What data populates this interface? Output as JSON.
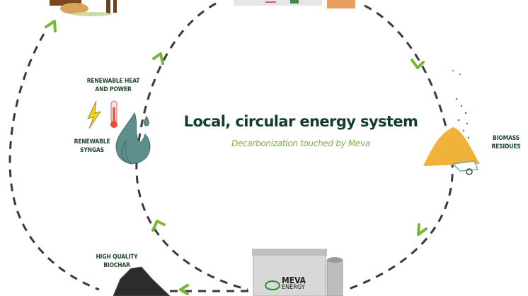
{
  "title": "Local, circular energy system",
  "subtitle": "Decarbonization touched by Meva",
  "labels": {
    "heat_power_line1": "RENEWABLE  HEAT",
    "heat_power_line2": "AND POWER",
    "syngas_line1": "RENEWABLE",
    "syngas_line2": "SYNGAS",
    "biomass_line1": "BIOMASS",
    "biomass_line2": "RESIDUES",
    "biochar_line1": "HIGH QUALITY",
    "biochar_line2": "BIOCHAR"
  },
  "logo": {
    "line1": "MEVA",
    "line2": "ENERGY"
  },
  "colors": {
    "accent": "#7ab534",
    "dark_green": "#123d2a",
    "dash": "#3a3a3a",
    "flame": "#5e8f8c"
  }
}
